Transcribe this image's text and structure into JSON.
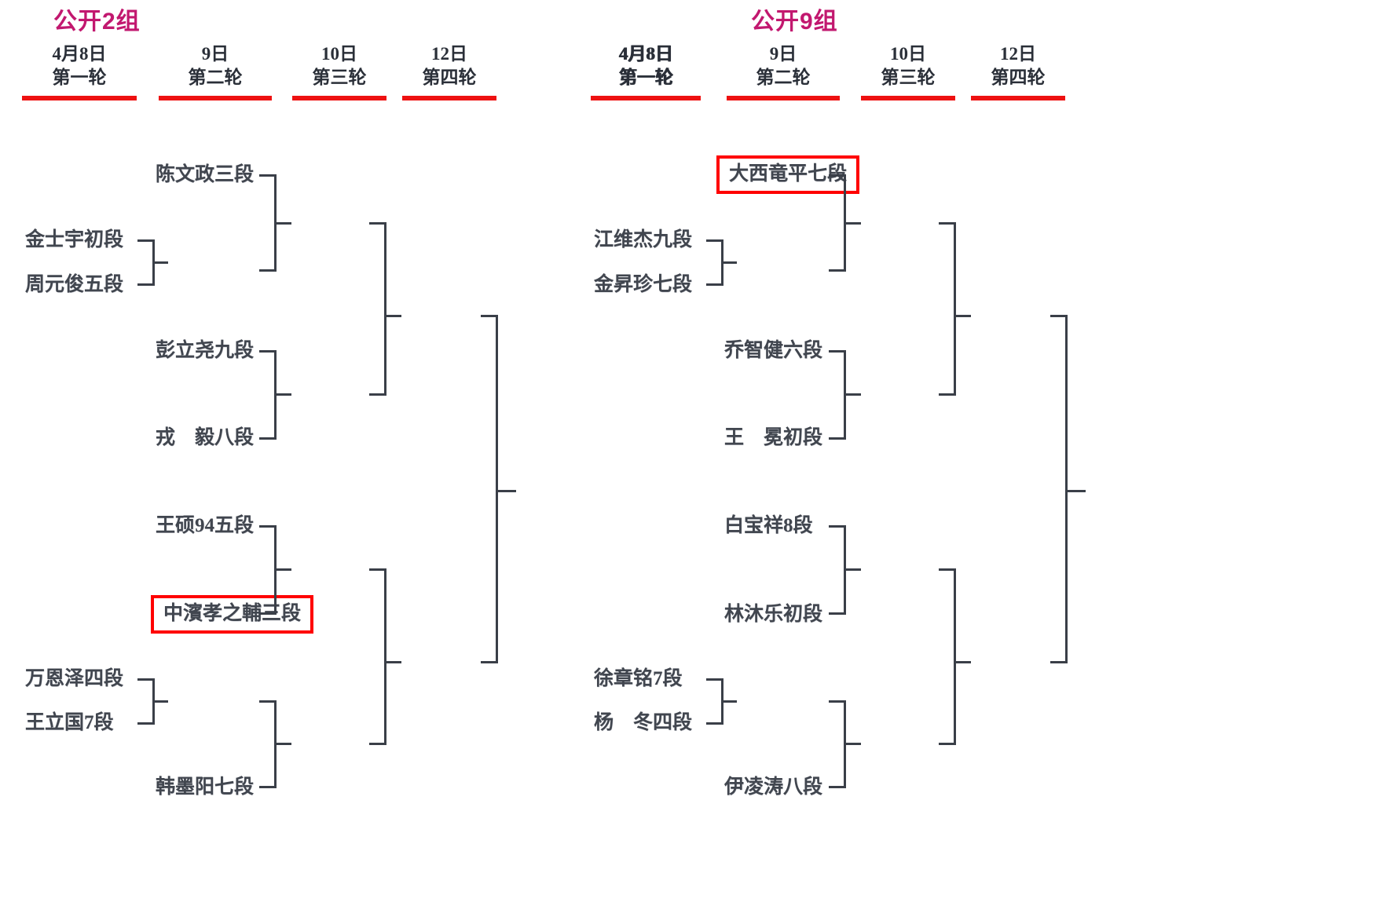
{
  "groups": [
    {
      "title": "公开2组",
      "rounds": [
        {
          "date": "4月8日",
          "name": "第一轮"
        },
        {
          "date": "9日",
          "name": "第二轮"
        },
        {
          "date": "10日",
          "name": "第三轮"
        },
        {
          "date": "12日",
          "name": "第四轮"
        }
      ],
      "players": [
        {
          "name": "陈文政三段",
          "highlight": false
        },
        {
          "name": "金士宇初段",
          "highlight": false
        },
        {
          "name": "周元俊五段",
          "highlight": false
        },
        {
          "name": "彭立尧九段",
          "highlight": false
        },
        {
          "name": "戎　毅八段",
          "highlight": false
        },
        {
          "name": "王硕94五段",
          "highlight": false
        },
        {
          "name": "中濱孝之輔三段",
          "highlight": true
        },
        {
          "name": "万恩泽四段",
          "highlight": false
        },
        {
          "name": "王立国7段",
          "highlight": false
        },
        {
          "name": "韩墨阳七段",
          "highlight": false
        }
      ]
    },
    {
      "title": "公开9组",
      "rounds": [
        {
          "date": "4月8日",
          "name": "第一轮"
        },
        {
          "date": "9日",
          "name": "第二轮"
        },
        {
          "date": "10日",
          "name": "第三轮"
        },
        {
          "date": "12日",
          "name": "第四轮"
        }
      ],
      "players": [
        {
          "name": "大西竜平七段",
          "highlight": true
        },
        {
          "name": "江维杰九段",
          "highlight": false
        },
        {
          "name": "金昇珍七段",
          "highlight": false
        },
        {
          "name": "乔智健六段",
          "highlight": false
        },
        {
          "name": "王　冕初段",
          "highlight": false
        },
        {
          "name": "白宝祥8段",
          "highlight": false
        },
        {
          "name": "林沐乐初段",
          "highlight": false
        },
        {
          "name": "徐章铭7段",
          "highlight": false
        },
        {
          "name": "杨　冬四段",
          "highlight": false
        },
        {
          "name": "伊凌涛八段",
          "highlight": false
        }
      ]
    }
  ],
  "colors": {
    "group_title": "#c2186f",
    "round_rule": "#ee1111",
    "highlight_box": "#ff0000",
    "text": "#41464f",
    "line": "#3a3f48"
  }
}
